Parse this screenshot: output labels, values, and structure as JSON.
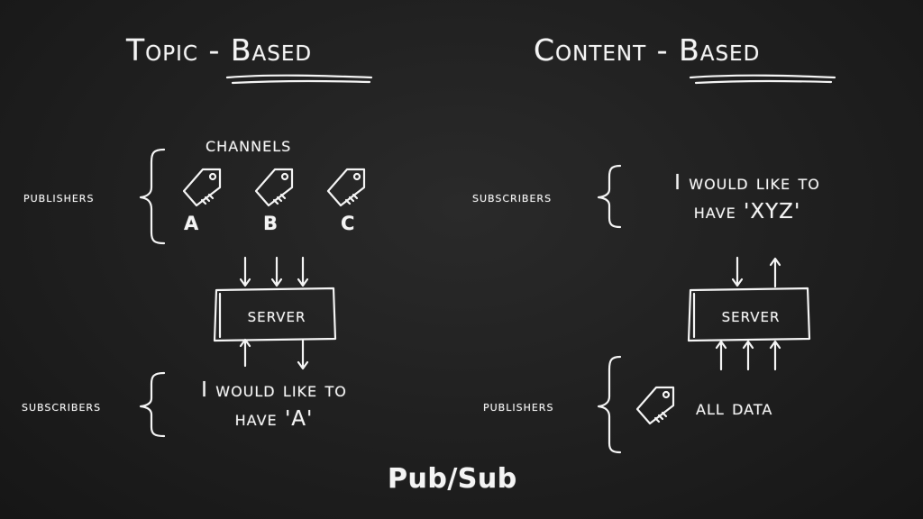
{
  "topic": {
    "title": "Topic - Based",
    "channels_label": "channels",
    "publishers_label": "publishers",
    "channels": [
      "A",
      "B",
      "C"
    ],
    "server_label": "server",
    "subscribers_label": "subscribers",
    "request_line1": "I would like to",
    "request_line2": "have 'A'"
  },
  "content": {
    "title": "Content - Based",
    "subscribers_label": "subscribers",
    "request_line1": "I would like to",
    "request_line2": "have 'XYZ'",
    "server_label": "server",
    "publishers_label": "publishers",
    "data_label": "all data"
  },
  "footer": {
    "title": "Pub/Sub"
  },
  "colors": {
    "background": "#1e1e1e",
    "chalk": "#f4f4f4"
  }
}
